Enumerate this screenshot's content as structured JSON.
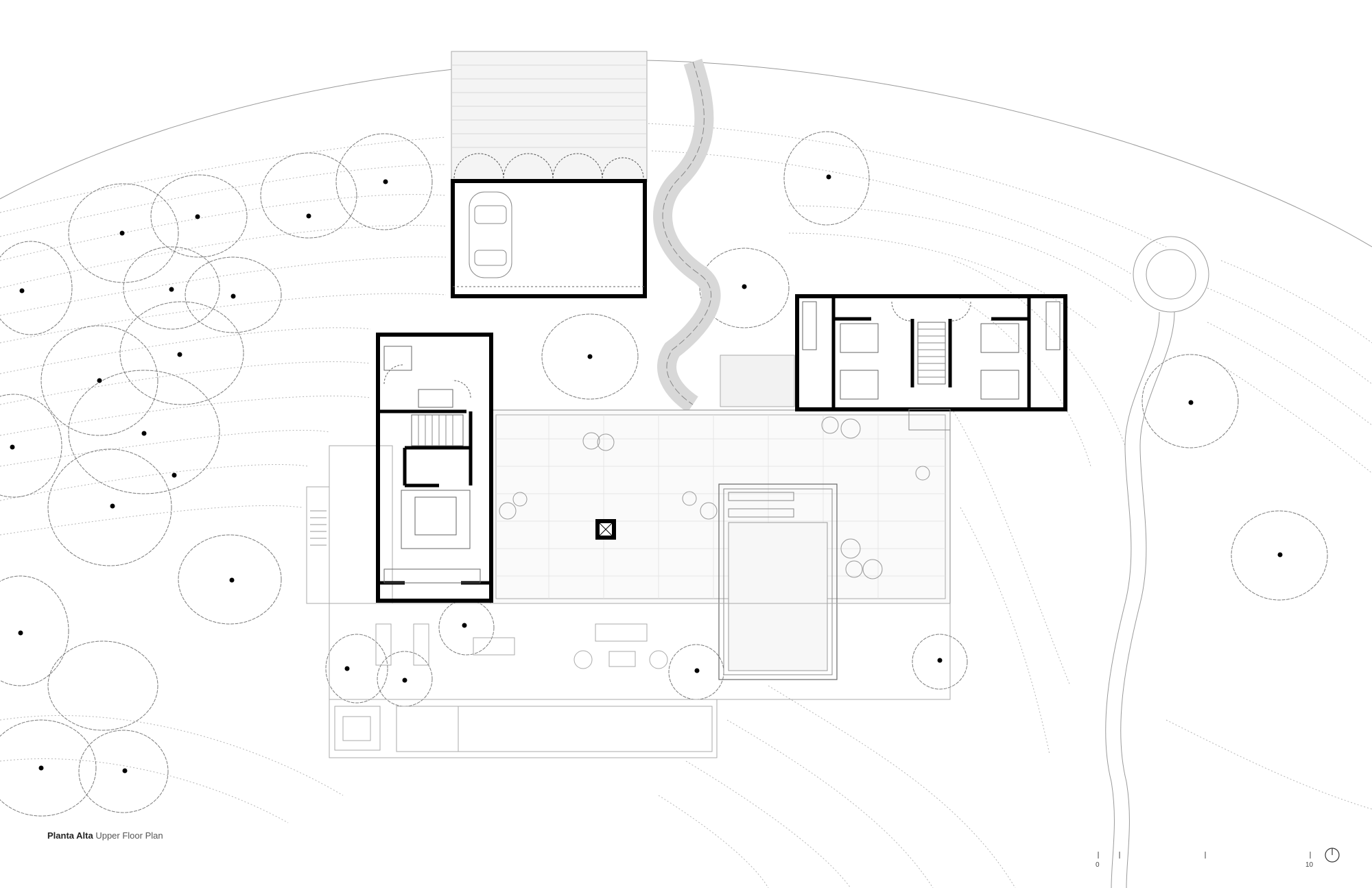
{
  "caption": {
    "title_es": "Planta Alta",
    "title_en": "Upper Floor Plan"
  },
  "scale_bar": {
    "start_label": "0",
    "end_label": "10"
  },
  "colors": {
    "wall": "#000000",
    "line": "#9a9a9a",
    "contour": "#b5b5b5",
    "tree_outline": "#7a7a7a"
  },
  "icons": {
    "north": "north-arrow-icon"
  }
}
